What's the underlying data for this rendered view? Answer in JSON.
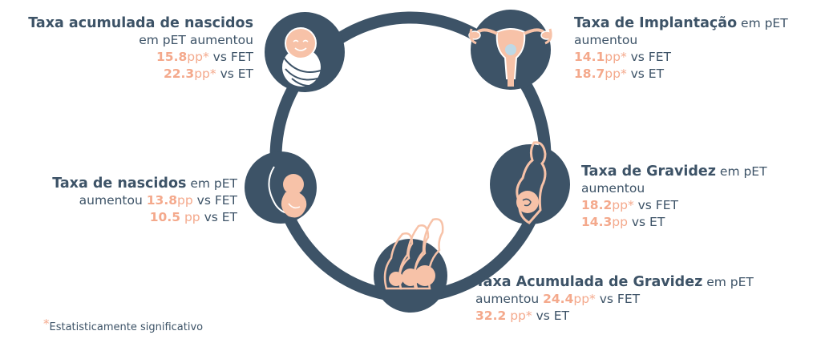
{
  "colors": {
    "navy": "#3d5367",
    "peach": "#f4a98c",
    "peach_light": "#f7c2a8",
    "white": "#ffffff"
  },
  "icons": [
    "newborn-baby-icon",
    "uterus-icon",
    "fetus-icon",
    "pregnant-woman-icon",
    "pregnancy-progression-icon"
  ],
  "stages": {
    "cumulative_live_birth": {
      "title": "Taxa acumulada de nascidos",
      "line1": "em pET aumentou",
      "v1": "15.8",
      "u1": "pp",
      "s1": "*",
      "c1": "vs FET",
      "v2": "22.3",
      "u2": "pp",
      "s2": "*",
      "c2": "vs ET"
    },
    "implantation": {
      "title": "Taxa de Implantação",
      "title_suffix": "em pET",
      "line1": "aumentou",
      "v1": "14.1",
      "u1": "pp",
      "s1": "*",
      "c1": "vs FET",
      "v2": "18.7",
      "u2": "pp",
      "s2": "*",
      "c2": "vs ET"
    },
    "live_birth": {
      "title": "Taxa de nascidos",
      "title_suffix": "em pET",
      "line1": "aumentou",
      "v1": "13.8",
      "u1": "pp",
      "c1": "vs FET",
      "v2": "10.5",
      "u2": "pp",
      "c2": "vs ET"
    },
    "pregnancy": {
      "title": "Taxa de Gravidez",
      "title_suffix": "em pET",
      "line1": "aumentou",
      "v1": "18.2",
      "u1": "pp",
      "s1": "*",
      "c1": "vs FET",
      "v2": "14.3",
      "u2": "pp",
      "c2": "vs ET"
    },
    "cumulative_pregnancy": {
      "title": "Taxa Acumulada de Gravidez",
      "title_suffix": "em pET",
      "line1": "aumentou",
      "v1": "24.4",
      "u1": "pp",
      "s1": "*",
      "c1": "vs FET",
      "v2": "32.2",
      "u2": "pp",
      "s2": "*",
      "c2": "vs ET"
    }
  },
  "footnote": {
    "star": "*",
    "text": "Estatisticamente significativo"
  }
}
